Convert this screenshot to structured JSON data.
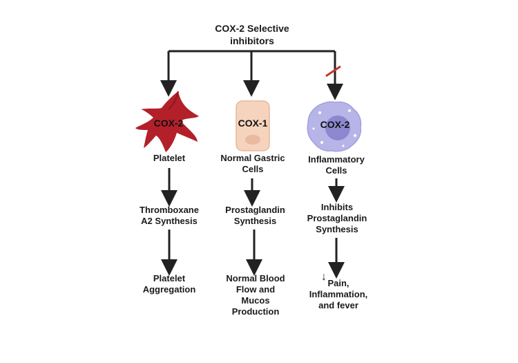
{
  "title": "COX-2 Selective\ninhibitors",
  "columns": [
    {
      "cell_enzyme": "COX-2",
      "cell_name": "Platelet",
      "step": "Thromboxane\nA2 Synthesis",
      "outcome": "Platelet\nAggregation"
    },
    {
      "cell_enzyme": "COX-1",
      "cell_name": "Normal Gastric\nCells",
      "step": "Prostaglandin\nSynthesis",
      "outcome": "Normal Blood\nFlow and\nMucos\nProduction"
    },
    {
      "cell_enzyme": "COX-2",
      "cell_name": "Inflammatory\nCells",
      "step": "Inhibits\nProstaglandin\nSynthesis",
      "outcome_prefix": "↓",
      "outcome": "Pain,\nInflammation,\nand fever"
    }
  ],
  "colors": {
    "arrow": "#222222",
    "platelet": "#b3202a",
    "gastric_cell": "#f6d3bd",
    "inflammatory_cell": "#b7b5e8",
    "block_mark": "#c0392b"
  }
}
